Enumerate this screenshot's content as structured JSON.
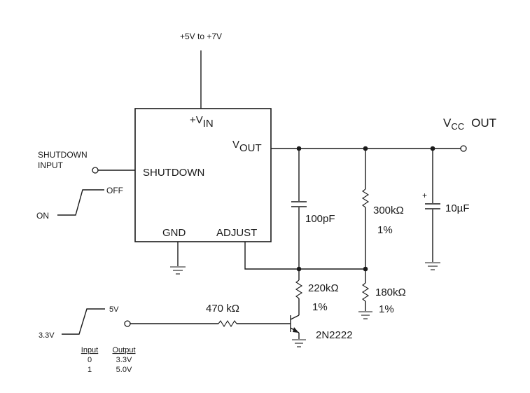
{
  "supply_label": "+5V to +7V",
  "ic": {
    "vin_label": "+V",
    "vin_sub": "IN",
    "vout_label": "V",
    "vout_sub": "OUT",
    "shutdown_pin": "SHUTDOWN",
    "gnd_pin": "GND",
    "adjust_pin": "ADJUST"
  },
  "output": {
    "vcc_label": "V",
    "vcc_sub": "CC",
    "out_word": "OUT"
  },
  "shutdown": {
    "line1": "SHUTDOWN",
    "line2": "INPUT",
    "off": "OFF",
    "on": "ON"
  },
  "components": {
    "cap_small": "100pF",
    "r_top": "300kΩ",
    "r_top_tol": "1%",
    "cap_out": "10µF",
    "cap_out_polarity": "+",
    "r_mid": "220kΩ",
    "r_mid_tol": "1%",
    "r_bot": "180kΩ",
    "r_bot_tol": "1%",
    "r_base": "470 kΩ",
    "transistor": "2N2222"
  },
  "control": {
    "high": "5V",
    "low": "3.3V"
  },
  "truth_table": {
    "headers": [
      "Input",
      "Output"
    ],
    "rows": [
      [
        "0",
        "3.3V"
      ],
      [
        "1",
        "5.0V"
      ]
    ]
  }
}
